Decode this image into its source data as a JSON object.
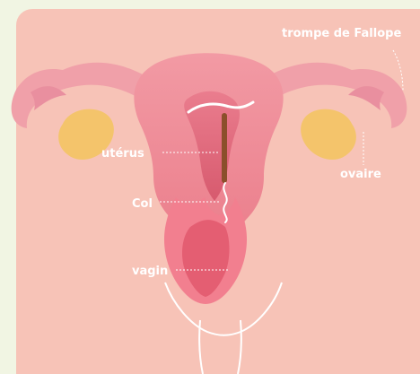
{
  "labels": {
    "trompe": "trompe de Fallope",
    "uterus": "utérus",
    "col": "Col",
    "vagin": "vagin",
    "ovaire": "ovaire"
  },
  "colors": {
    "background": "#f1f5e3",
    "panel": "#f7c3b7",
    "tissue": "#f09aa1",
    "inner": "#e97d8d",
    "ovary": "#f4c46b",
    "device": "#8b4f2b",
    "labels": "#ffffff"
  }
}
